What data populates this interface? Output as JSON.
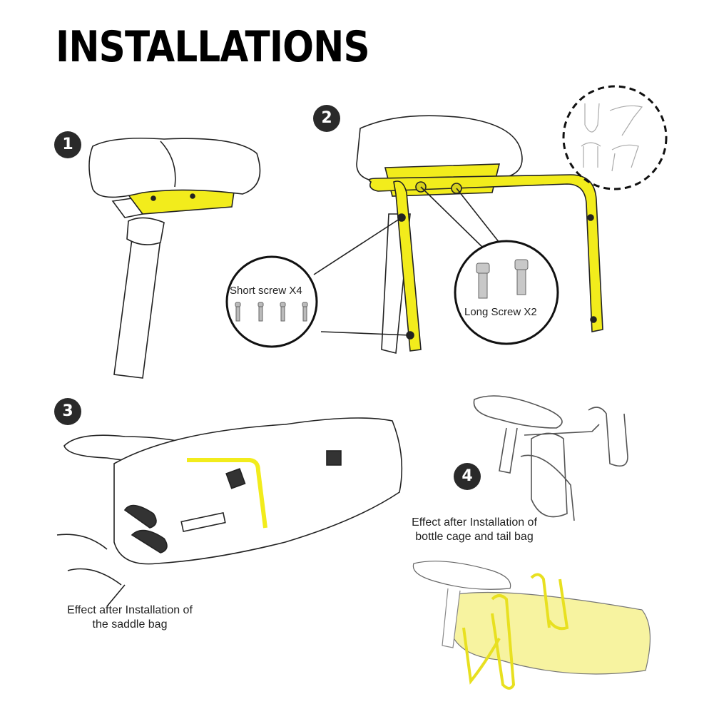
{
  "title": "INSTALLATIONS",
  "colors": {
    "accent_yellow": "#f2ec1c",
    "light_yellow": "#f7f3a0",
    "badge_bg": "#2a2a2a",
    "line": "#222222"
  },
  "steps": [
    {
      "number": "1",
      "description": "Saddle with rail mount clamp attached under the seat"
    },
    {
      "number": "2",
      "description": "Mount frame attached to clamp with screws",
      "callouts": [
        {
          "label": "Short screw X4",
          "count": 4
        },
        {
          "label": "Long Screw X2",
          "count": 2
        }
      ]
    },
    {
      "number": "3",
      "caption_line1": "Effect after Installation of",
      "caption_line2": "the saddle bag"
    },
    {
      "number": "4",
      "caption_line1": "Effect after Installation of",
      "caption_line2": "bottle cage and tail bag"
    }
  ],
  "inset": {
    "description": "Dashed circle showing four saddle/mount view variants",
    "views": 4
  }
}
